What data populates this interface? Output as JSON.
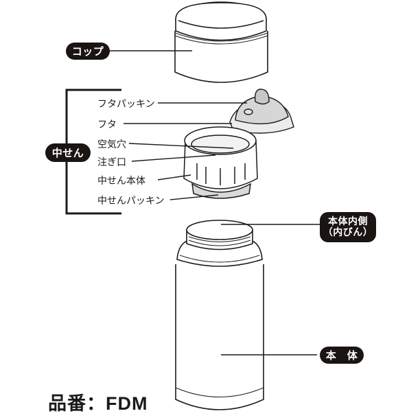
{
  "labels": {
    "cup": "コップ",
    "stopper_group": "中せん",
    "lid_packing": "フタパッキン",
    "lid": "フタ",
    "air_hole": "空気穴",
    "spout": "注ぎ口",
    "stopper_body": "中せん本体",
    "stopper_packing": "中せんパッキン",
    "inner_body_line1": "本体内側",
    "inner_body_line2": "（内びん）",
    "body": "本　体"
  },
  "model": {
    "prefix": "品番",
    "separator": "：",
    "code": "FDM"
  },
  "colors": {
    "pill_bg": "#1a1412",
    "line": "#1a1a1a",
    "part_gray": "#d9d9d9"
  }
}
